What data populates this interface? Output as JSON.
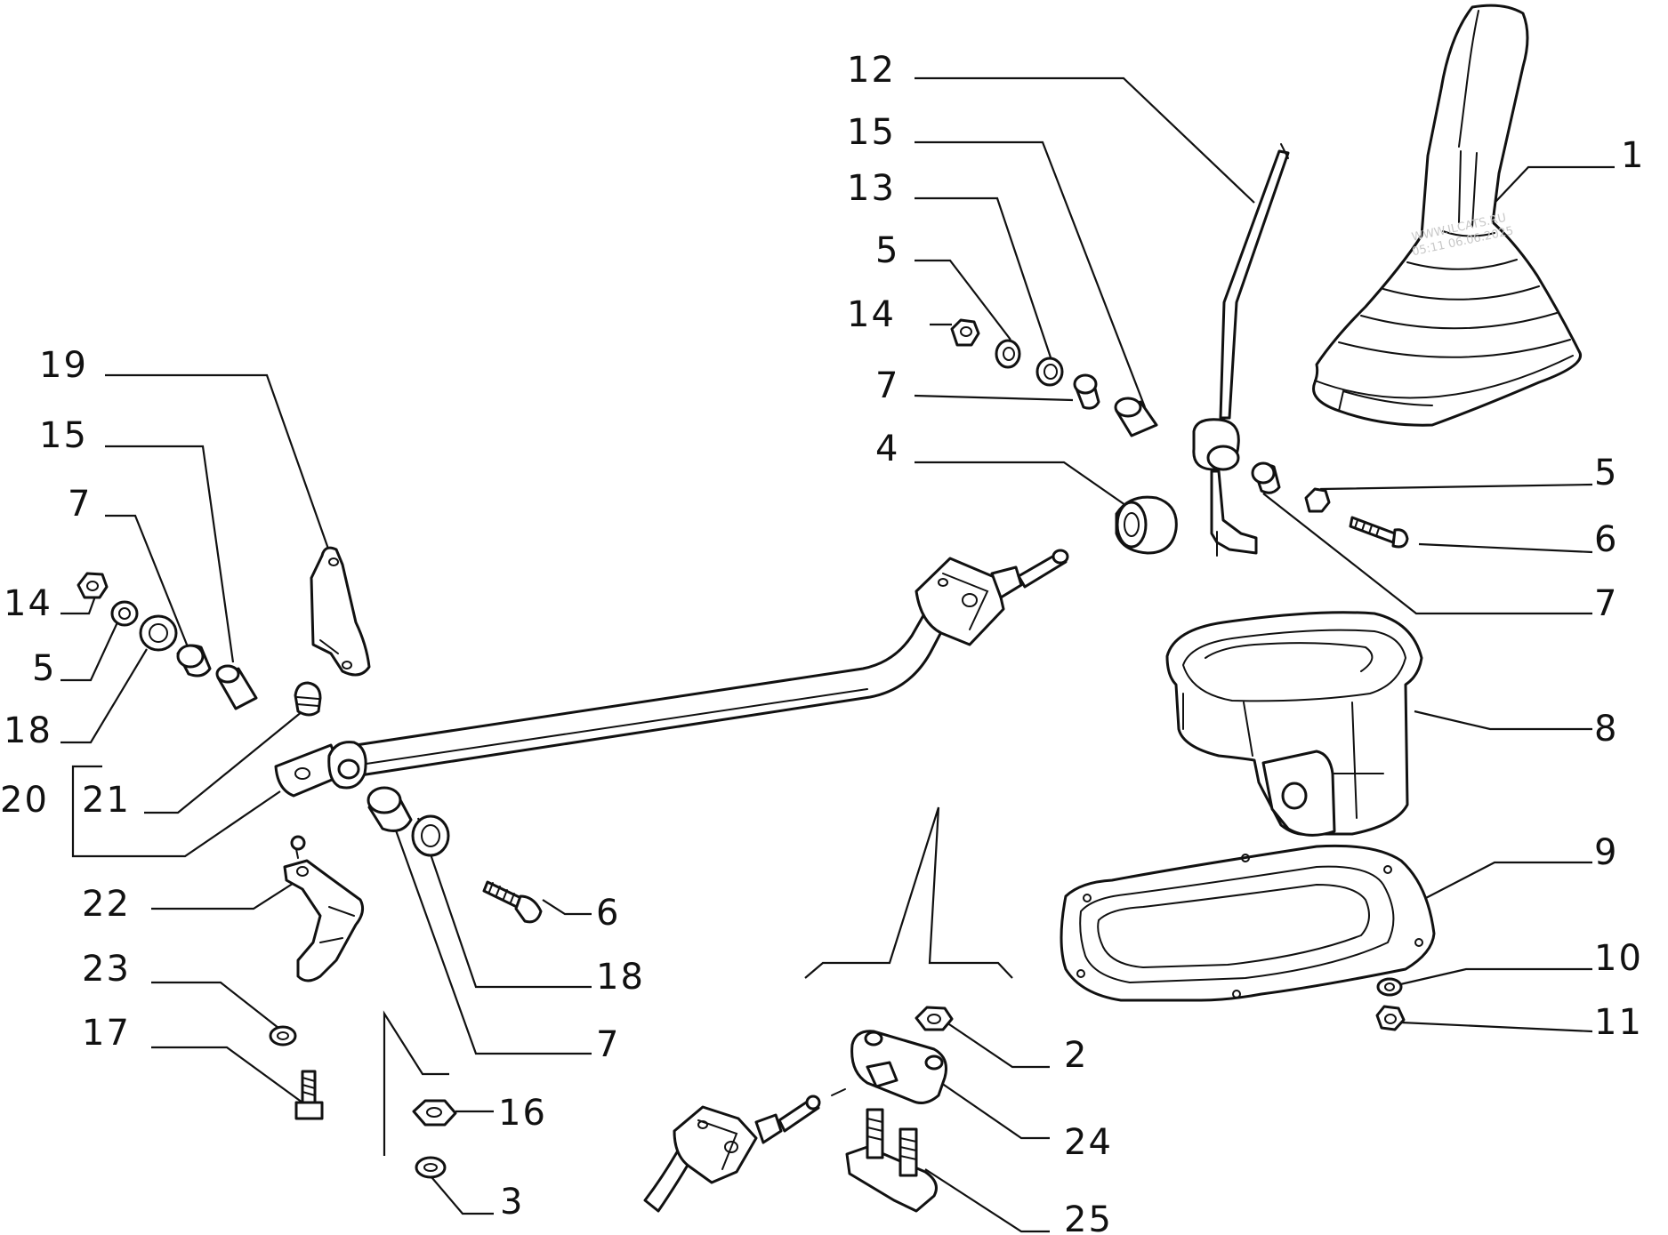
{
  "callouts": [
    {
      "id": "c-1",
      "text": "1"
    },
    {
      "id": "c-12",
      "text": "12"
    },
    {
      "id": "c-15a",
      "text": "15"
    },
    {
      "id": "c-13",
      "text": "13"
    },
    {
      "id": "c-5a",
      "text": "5"
    },
    {
      "id": "c-14a",
      "text": "14"
    },
    {
      "id": "c-7a",
      "text": "7"
    },
    {
      "id": "c-4",
      "text": "4"
    },
    {
      "id": "c-5b",
      "text": "5"
    },
    {
      "id": "c-6a",
      "text": "6"
    },
    {
      "id": "c-7b",
      "text": "7"
    },
    {
      "id": "c-8",
      "text": "8"
    },
    {
      "id": "c-9",
      "text": "9"
    },
    {
      "id": "c-10",
      "text": "10"
    },
    {
      "id": "c-11",
      "text": "11"
    },
    {
      "id": "c-19",
      "text": "19"
    },
    {
      "id": "c-15b",
      "text": "15"
    },
    {
      "id": "c-7c",
      "text": "7"
    },
    {
      "id": "c-14b",
      "text": "14"
    },
    {
      "id": "c-5c",
      "text": "5"
    },
    {
      "id": "c-18a",
      "text": "18"
    },
    {
      "id": "c-20",
      "text": "20"
    },
    {
      "id": "c-21",
      "text": "21"
    },
    {
      "id": "c-22",
      "text": "22"
    },
    {
      "id": "c-23",
      "text": "23"
    },
    {
      "id": "c-17",
      "text": "17"
    },
    {
      "id": "c-6b",
      "text": "6"
    },
    {
      "id": "c-18b",
      "text": "18"
    },
    {
      "id": "c-7d",
      "text": "7"
    },
    {
      "id": "c-16",
      "text": "16"
    },
    {
      "id": "c-3",
      "text": "3"
    },
    {
      "id": "c-2",
      "text": "2"
    },
    {
      "id": "c-24",
      "text": "24"
    },
    {
      "id": "c-25",
      "text": "25"
    }
  ],
  "watermark": {
    "line1": "WWW.ILCATS.RU",
    "line2": "05:11 06.06.2025"
  }
}
